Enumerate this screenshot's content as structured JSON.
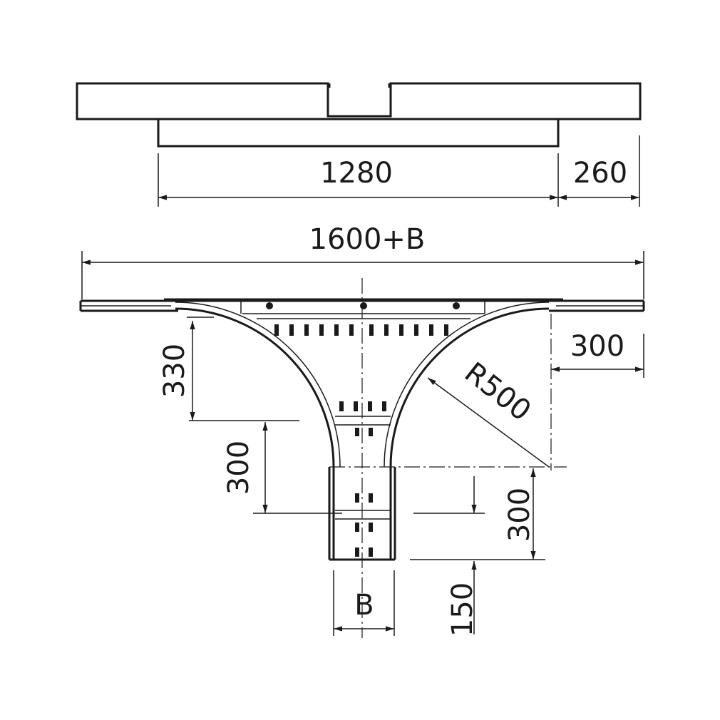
{
  "dimensions": {
    "side_length": "1280",
    "side_end": "260",
    "overall_width": "1600+B",
    "branch_offset": "300",
    "radius": "R500",
    "height_330": "330",
    "height_300_left": "300",
    "height_300_right": "300",
    "stem_150": "150",
    "width_b": "B"
  }
}
